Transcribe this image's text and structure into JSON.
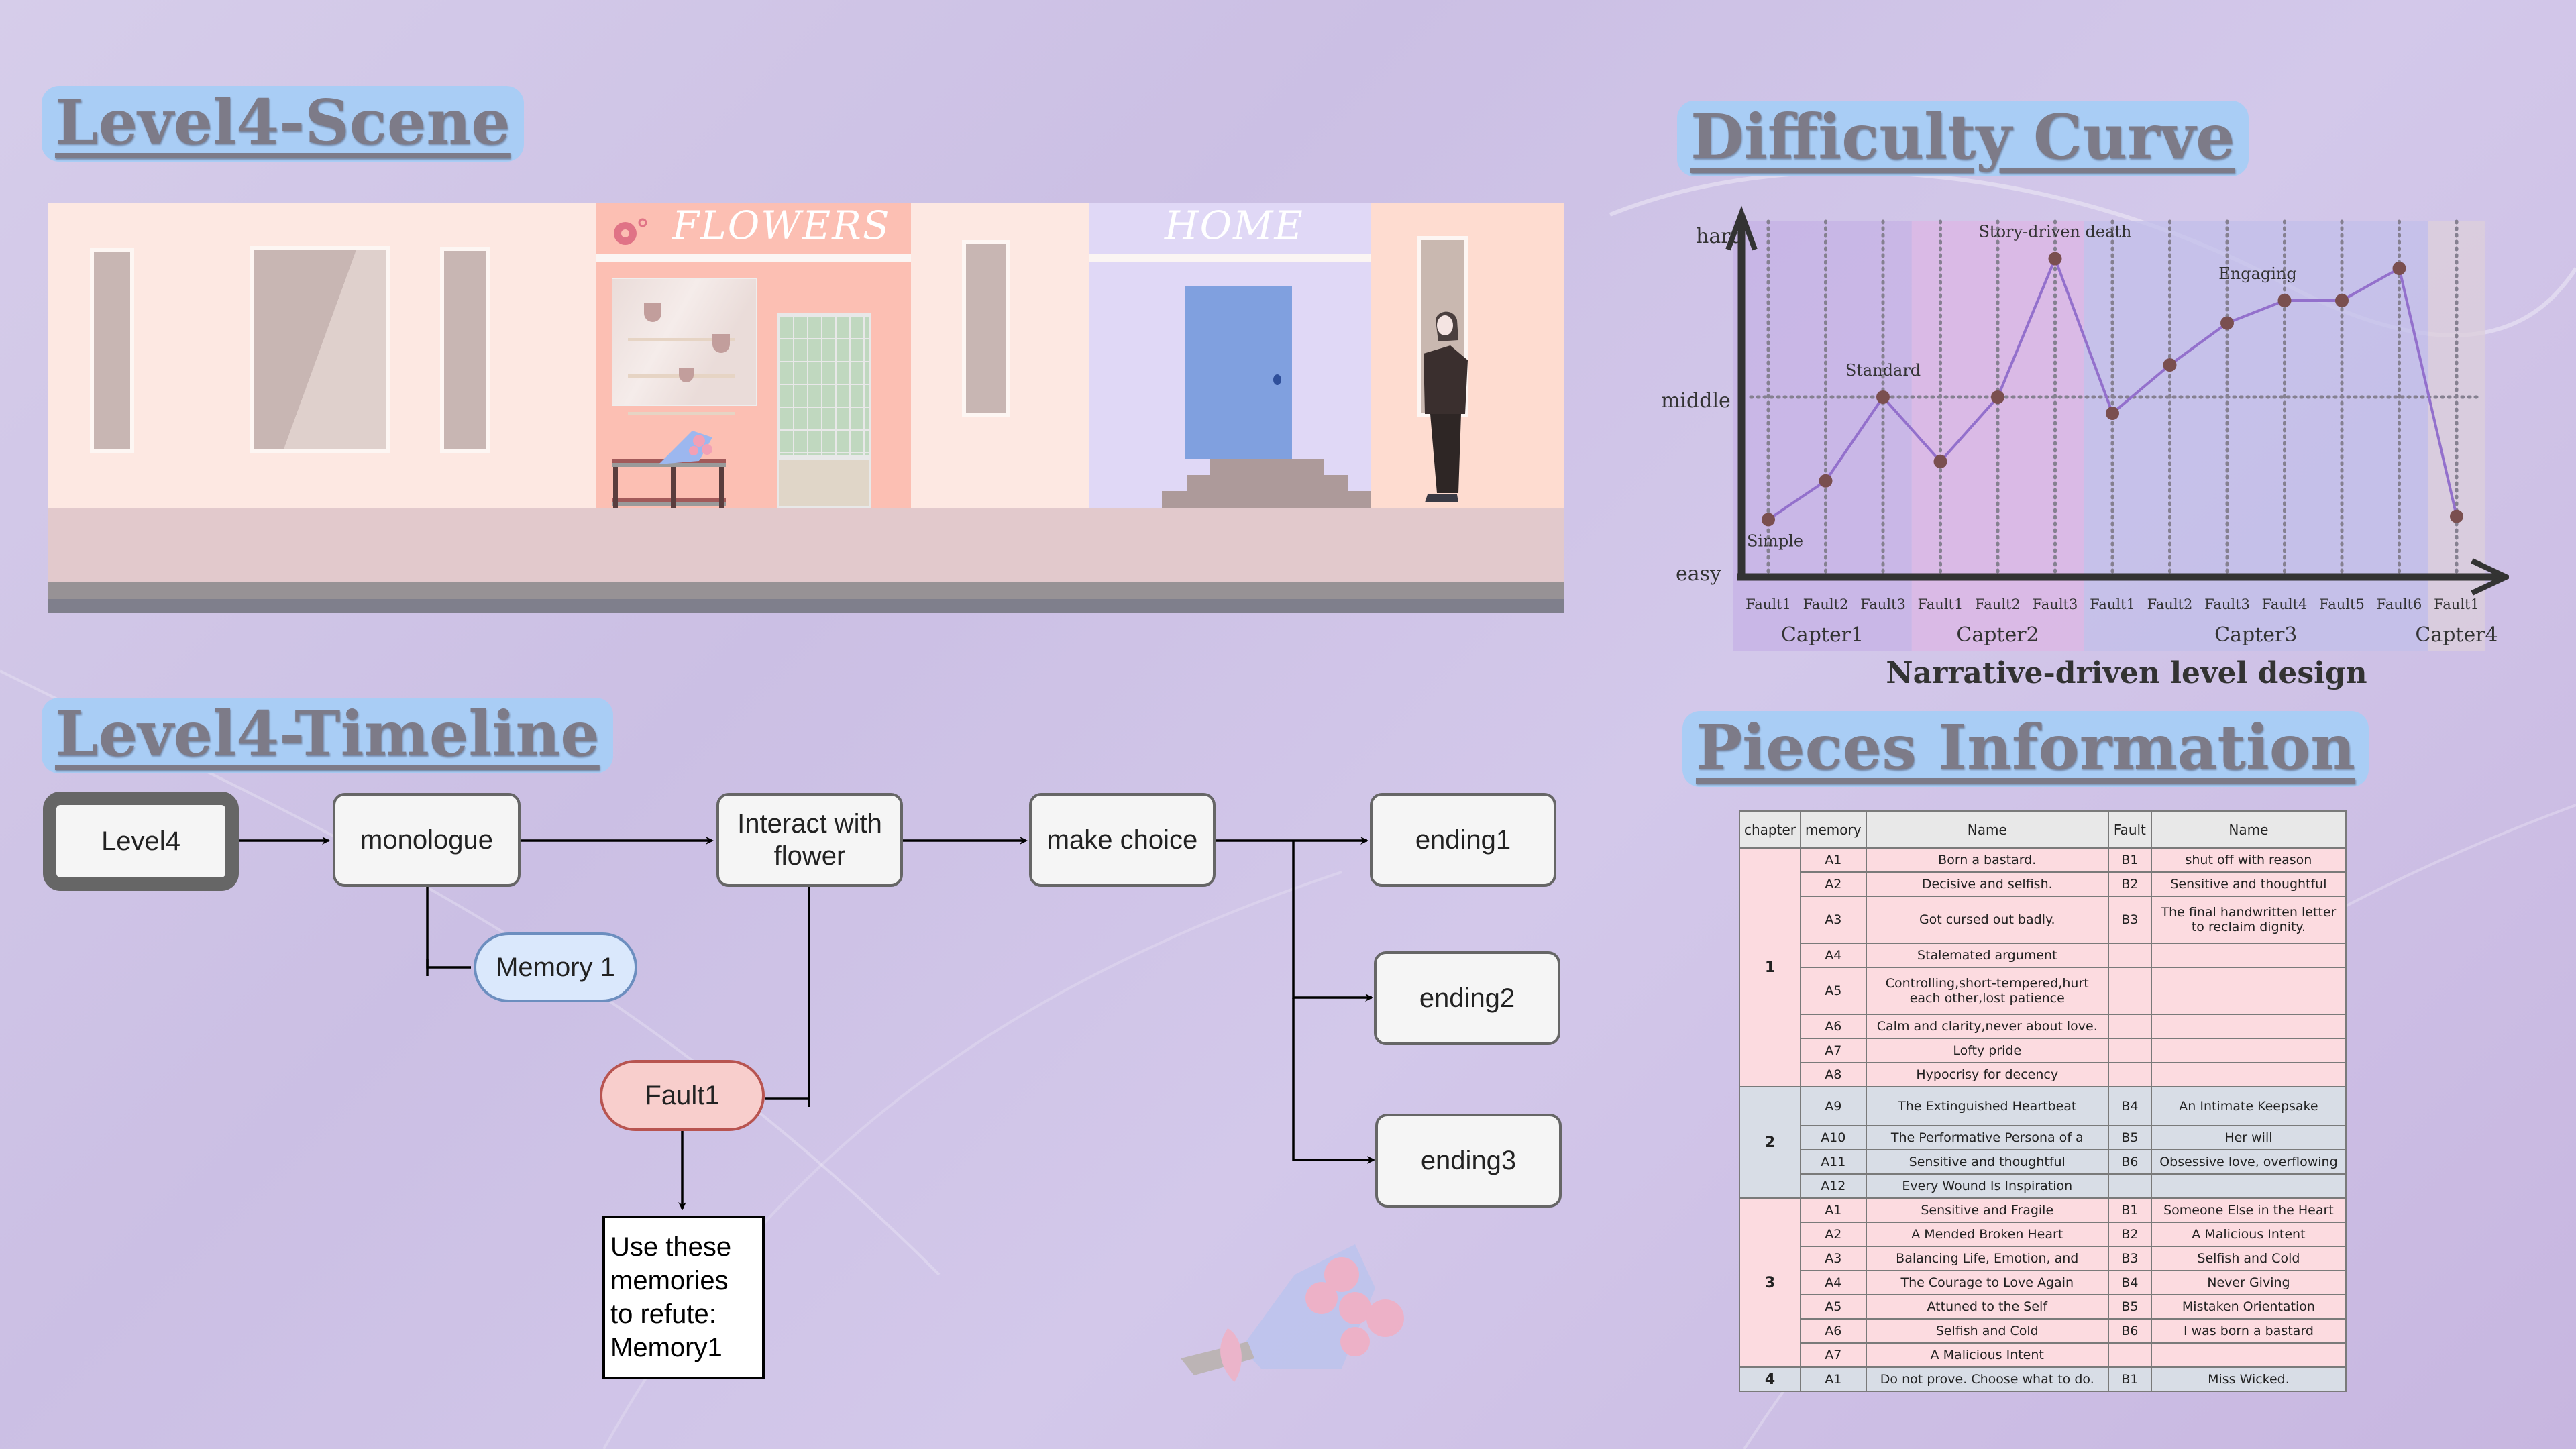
{
  "sections": {
    "scene_title": "Level4-Scene",
    "timeline_title": "Level4-Timeline",
    "curve_title": "Difficulty Curve",
    "pieces_title": "Pieces Information"
  },
  "scene": {
    "shop_sign": "FLOWERS",
    "home_sign": "HOME",
    "colors": {
      "shop_wall": "#fcbfb3",
      "home_wall": "#e0d8f6",
      "door": "#80a0df",
      "side_wall": "#fde8e2"
    }
  },
  "chart_data": {
    "type": "line",
    "title": "Narrative-driven level design",
    "ylabel": "",
    "xlabel": "",
    "y_tick_labels": [
      "easy",
      "middle",
      "hard"
    ],
    "ylim": [
      0,
      1
    ],
    "y_ticks": [
      0,
      0.5,
      1
    ],
    "grid": true,
    "categories": [
      "Fault1",
      "Fault2",
      "Fault3",
      "Fault1",
      "Fault2",
      "Fault3",
      "Fault1",
      "Fault2",
      "Fault3",
      "Fault4",
      "Fault5",
      "Fault6",
      "Fault1"
    ],
    "groups": [
      {
        "name": "Capter1",
        "count": 3,
        "color": "#c6b2e6"
      },
      {
        "name": "Capter2",
        "count": 3,
        "color": "#dcb6e4"
      },
      {
        "name": "Capter3",
        "count": 6,
        "color": "#c2bfea"
      },
      {
        "name": "Capter4",
        "count": 1,
        "color": "#dccfdb"
      }
    ],
    "series": [
      {
        "name": "difficulty",
        "color": "#9370cc",
        "marker_color": "#7a4f4f",
        "values": [
          0.12,
          0.24,
          0.5,
          0.3,
          0.5,
          0.93,
          0.45,
          0.6,
          0.73,
          0.8,
          0.8,
          0.9,
          0.13
        ]
      }
    ],
    "annotations": [
      {
        "index": 0,
        "text": "Simple",
        "position": "below"
      },
      {
        "index": 2,
        "text": "Standard",
        "position": "above"
      },
      {
        "index": 5,
        "text": "Story-driven death",
        "position": "above"
      },
      {
        "index": 9,
        "text": "Engaging",
        "position": "above"
      }
    ]
  },
  "timeline": {
    "nodes": {
      "level4": "Level4",
      "monologue": "monologue",
      "interact": "Interact with flower",
      "choice": "make choice",
      "ending1": "ending1",
      "ending2": "ending2",
      "ending3": "ending3",
      "memory1": "Memory 1",
      "fault1": "Fault1",
      "note": "Use these memories to refute: Memory1"
    }
  },
  "pieces": {
    "headers": [
      "chapter",
      "memory",
      "Name",
      "Fault",
      "Name"
    ],
    "rows": [
      {
        "chapter": "1",
        "memory": "A1",
        "memory_name": "Born a bastard.",
        "fault": "B1",
        "fault_name": "shut off with reason"
      },
      {
        "chapter": "1",
        "memory": "A2",
        "memory_name": "Decisive and selfish.",
        "fault": "B2",
        "fault_name": "Sensitive and thoughtful"
      },
      {
        "chapter": "1",
        "memory": "A3",
        "memory_name": "Got cursed out badly.",
        "fault": "B3",
        "fault_name": "The final handwritten letter to reclaim dignity."
      },
      {
        "chapter": "1",
        "memory": "A4",
        "memory_name": "Stalemated argument",
        "fault": "",
        "fault_name": ""
      },
      {
        "chapter": "1",
        "memory": "A5",
        "memory_name": "Controlling,short-tempered,hurt each other,lost patience",
        "fault": "",
        "fault_name": ""
      },
      {
        "chapter": "1",
        "memory": "A6",
        "memory_name": "Calm and clarity,never about love.",
        "fault": "",
        "fault_name": ""
      },
      {
        "chapter": "1",
        "memory": "A7",
        "memory_name": "Lofty pride",
        "fault": "",
        "fault_name": ""
      },
      {
        "chapter": "1",
        "memory": "A8",
        "memory_name": "Hypocrisy for decency",
        "fault": "",
        "fault_name": ""
      },
      {
        "chapter": "2",
        "memory": "A9",
        "memory_name": "The Extinguished Heartbeat",
        "fault": "B4",
        "fault_name": "An Intimate Keepsake"
      },
      {
        "chapter": "2",
        "memory": "A10",
        "memory_name": "The Performative Persona of a",
        "fault": "B5",
        "fault_name": "Her will"
      },
      {
        "chapter": "2",
        "memory": "A11",
        "memory_name": "Sensitive and thoughtful",
        "fault": "B6",
        "fault_name": "Obsessive love, overflowing"
      },
      {
        "chapter": "2",
        "memory": "A12",
        "memory_name": "Every Wound Is Inspiration",
        "fault": "",
        "fault_name": ""
      },
      {
        "chapter": "3",
        "memory": "A1",
        "memory_name": "Sensitive and Fragile",
        "fault": "B1",
        "fault_name": "Someone Else in the Heart"
      },
      {
        "chapter": "3",
        "memory": "A2",
        "memory_name": "A Mended Broken Heart",
        "fault": "B2",
        "fault_name": "A Malicious Intent"
      },
      {
        "chapter": "3",
        "memory": "A3",
        "memory_name": "Balancing Life, Emotion, and",
        "fault": "B3",
        "fault_name": "Selfish and Cold"
      },
      {
        "chapter": "3",
        "memory": "A4",
        "memory_name": "The Courage to Love Again",
        "fault": "B4",
        "fault_name": "Never Giving"
      },
      {
        "chapter": "3",
        "memory": "A5",
        "memory_name": "Attuned to the Self",
        "fault": "B5",
        "fault_name": "Mistaken Orientation"
      },
      {
        "chapter": "3",
        "memory": "A6",
        "memory_name": "Selfish and Cold",
        "fault": "B6",
        "fault_name": "I was born a bastard"
      },
      {
        "chapter": "3",
        "memory": "A7",
        "memory_name": "A Malicious Intent",
        "fault": "",
        "fault_name": ""
      },
      {
        "chapter": "4",
        "memory": "A1",
        "memory_name": "Do not prove. Choose what to do.",
        "fault": "B1",
        "fault_name": "Miss Wicked."
      }
    ]
  }
}
